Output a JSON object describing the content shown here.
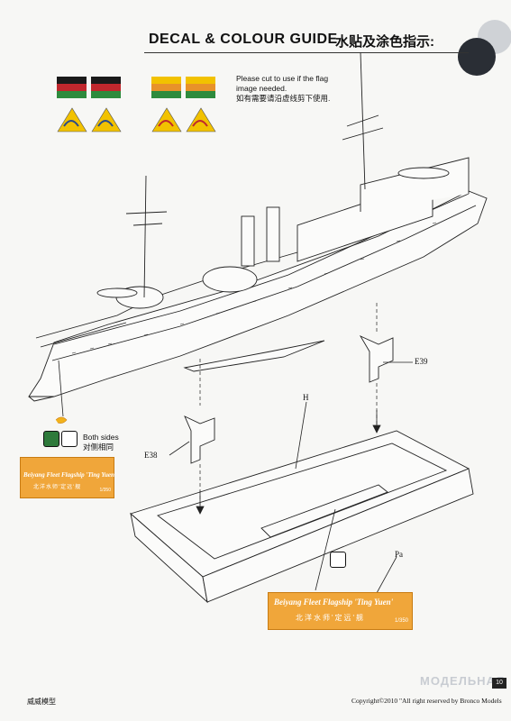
{
  "header": {
    "title": "DECAL & COLOUR GUIDE",
    "title_cn": "水贴及涂色指示:"
  },
  "flags": {
    "note_en": "Please cut to use if the flag image needed.",
    "note_line1": "Please cut to use if the flag",
    "note_line2": "image needed.",
    "note_cn": "如有需要请沿虚线剪下使用.",
    "colors": {
      "black": "#1a1a1a",
      "red": "#c0272d",
      "green": "#2e8b3d",
      "yellow": "#f2c200",
      "orange": "#e8922a"
    }
  },
  "callouts": {
    "both_sides_en": "Both sides",
    "both_sides_cn": "对侧相同"
  },
  "decals": {
    "name": "Beiyang Fleet Flagship 'Ting Yuen'",
    "name_cn": "北洋水师'定远'舰",
    "scale": "1/350",
    "decal_color": "#f0a63a"
  },
  "parts": {
    "e38": "E38",
    "e39": "E39",
    "h": "H",
    "pa": "Pa"
  },
  "footer": {
    "brand_cn": "威威模型",
    "copyright": "Copyright©2010  \"All right reserved by Bronco Models",
    "page": "10",
    "watermark": "МОДЕЛЬНАЯ"
  }
}
